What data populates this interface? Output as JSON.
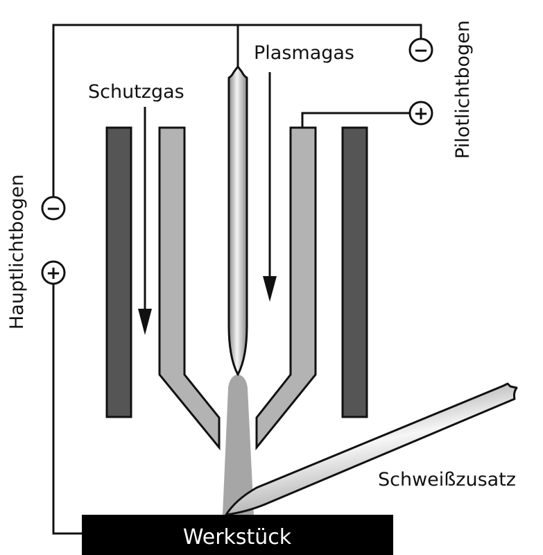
{
  "title": "Plasmaschweißen – Prinzip",
  "labels": {
    "plasma_gas": "Plasmagas",
    "shielding_gas": "Schutzgas",
    "pilot_arc": "Pilotlichtbogen",
    "main_arc": "Hauptlichtbogen",
    "filler": "Schweißzusatz",
    "workpiece": "Werkstück"
  },
  "terminals": {
    "pilot_negative": "−",
    "pilot_positive": "+",
    "main_negative": "−",
    "main_positive": "+"
  },
  "colors": {
    "outer_nozzle": "#555555",
    "inner_nozzle": "#b3b3b3",
    "plasma_jet": "#a6a6a6",
    "workpiece": "#000000",
    "outline": "#111111"
  }
}
